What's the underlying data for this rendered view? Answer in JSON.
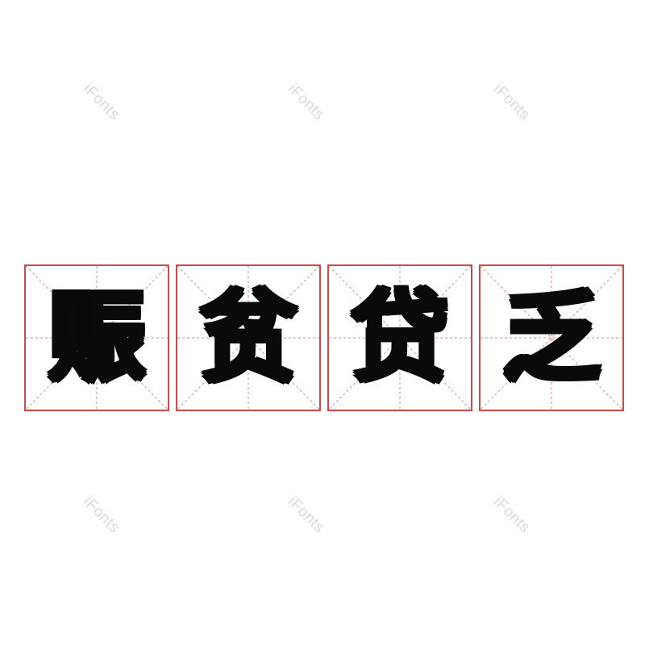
{
  "watermark": {
    "text": "iFonts",
    "color": "#d9d9d9"
  },
  "cells": [
    {
      "char": "赈"
    },
    {
      "char": "贫"
    },
    {
      "char": "贷"
    },
    {
      "char": "乏"
    }
  ],
  "colors": {
    "grid_border": "#c94a4a",
    "guide_line": "#e08a8a",
    "glyph": "#0a0a0a",
    "background": "#ffffff"
  }
}
